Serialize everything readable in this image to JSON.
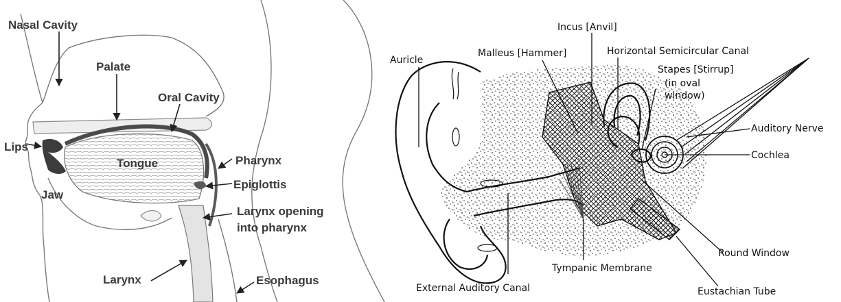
{
  "mouth_diagram": {
    "labels": {
      "nasal_cavity": "Nasal Cavity",
      "palate": "Palate",
      "oral_cavity": "Oral Cavity",
      "lips": "Lips",
      "tongue": "Tongue",
      "jaw": "Jaw",
      "pharynx": "Pharynx",
      "epiglottis": "Epiglottis",
      "larynx_opening_line1": "Larynx opening",
      "larynx_opening_line2": "into pharynx",
      "larynx": "Larynx",
      "esophagus": "Esophagus"
    }
  },
  "ear_diagram": {
    "labels": {
      "incus": "Incus [Anvil]",
      "auricle": "Auricle",
      "malleus": "Malleus [Hammer]",
      "horizontal_canal": "Horizontal Semicircular Canal",
      "stapes": "Stapes [Stirrup]",
      "stapes_note_line1": "(in oval",
      "stapes_note_line2": "window)",
      "auditory_nerve": "Auditory Nerve",
      "cochlea": "Cochlea",
      "round_window": "Round Window",
      "tympanic_membrane": "Tympanic Membrane",
      "external_canal": "External Auditory Canal",
      "eustachian_tube": "Eustachian Tube"
    }
  }
}
